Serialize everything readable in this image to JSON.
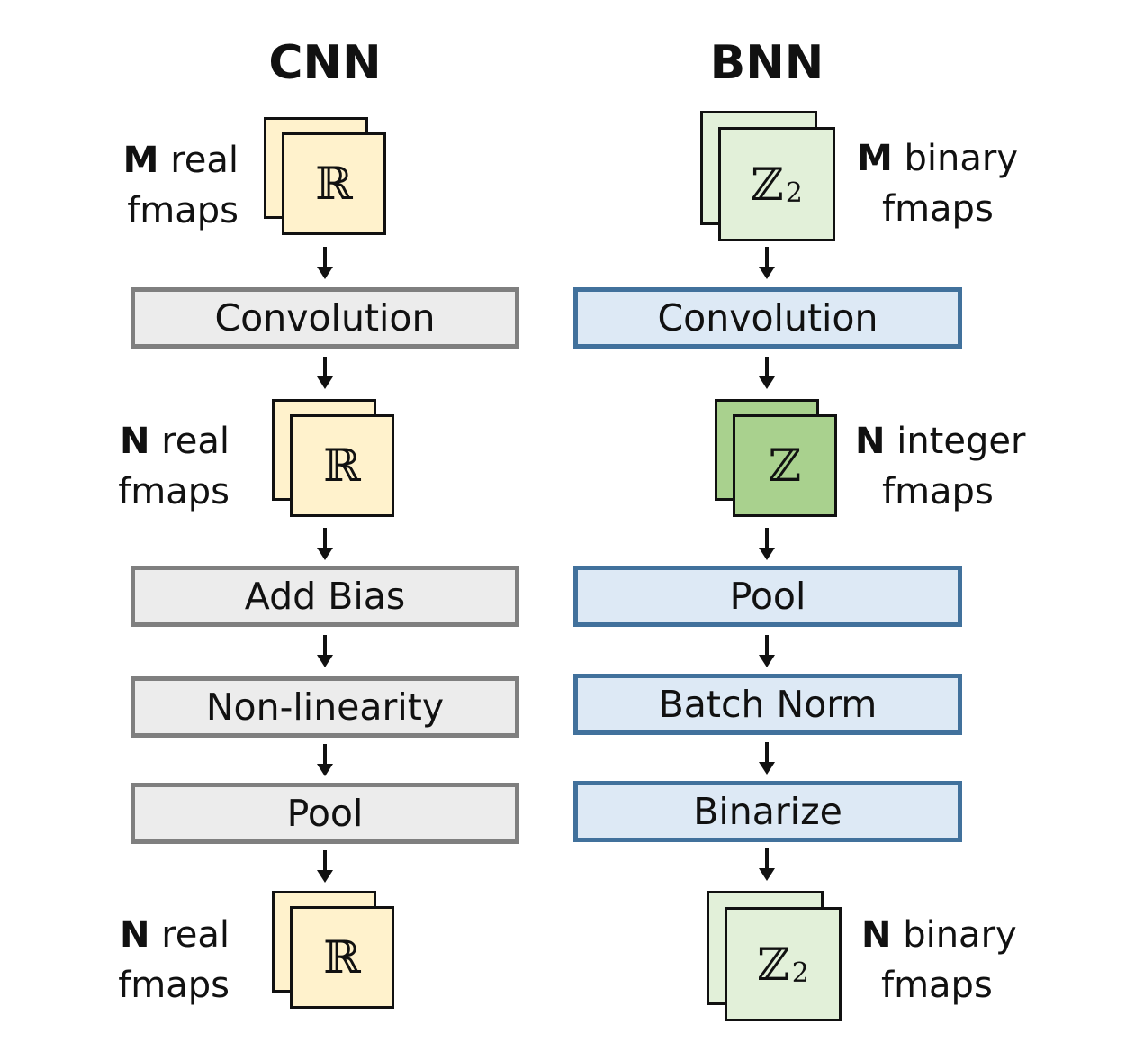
{
  "cnn": {
    "title": "CNN",
    "fmap_input": {
      "count": "M",
      "type": "real",
      "unit": "fmaps",
      "symbol": "ℝ",
      "sub": ""
    },
    "fmap_conv": {
      "count": "N",
      "type": "real",
      "unit": "fmaps",
      "symbol": "ℝ",
      "sub": ""
    },
    "fmap_output": {
      "count": "N",
      "type": "real",
      "unit": "fmaps",
      "symbol": "ℝ",
      "sub": ""
    },
    "ops": [
      "Convolution",
      "Add Bias",
      "Non-linearity",
      "Pool"
    ]
  },
  "bnn": {
    "title": "BNN",
    "fmap_input": {
      "count": "M",
      "type": "binary",
      "unit": "fmaps",
      "symbol": "ℤ",
      "sub": "2"
    },
    "fmap_conv": {
      "count": "N",
      "type": "integer",
      "unit": "fmaps",
      "symbol": "ℤ",
      "sub": ""
    },
    "fmap_output": {
      "count": "N",
      "type": "binary",
      "unit": "fmaps",
      "symbol": "ℤ",
      "sub": "2"
    },
    "ops": [
      "Convolution",
      "Pool",
      "Batch Norm",
      "Binarize"
    ]
  },
  "colors": {
    "real_fmap": "#fff2cc",
    "binary_fmap": "#e2f0d9",
    "integer_fmap": "#a9d18e",
    "cnn_box_fill": "#ececec",
    "cnn_box_border": "#7f7f7f",
    "bnn_box_fill": "#dde9f5",
    "bnn_box_border": "#41719c"
  }
}
